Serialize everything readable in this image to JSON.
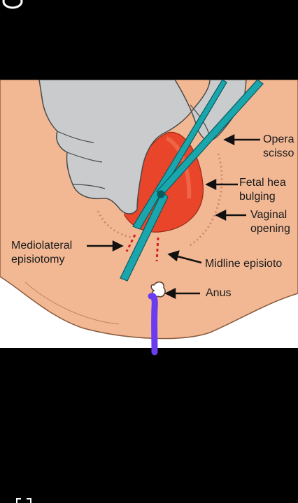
{
  "labels": {
    "operating_scissors": "Opera\nscisso",
    "fetal_head_bulging": "Fetal hea\nbulging",
    "vaginal_opening": "Vaginal\nopening",
    "mediolateral_episiotomy": "Mediolateral\nepisiotomy",
    "midline_episiotomy": "Midline episioto",
    "anus": "Anus"
  },
  "colors": {
    "skin": "#f2b894",
    "skin_outline": "#8a5a3c",
    "glove": "#c9cbcc",
    "glove_outline": "#4a4a4a",
    "fetal_head": "#e8452a",
    "scissors": "#1aa6ad",
    "incision": "#d42020",
    "pen_mark": "#6a3cf0",
    "background": "#000000"
  },
  "icons": [
    "top-left-overlay-icon",
    "bottom-left-overlay-icon"
  ]
}
